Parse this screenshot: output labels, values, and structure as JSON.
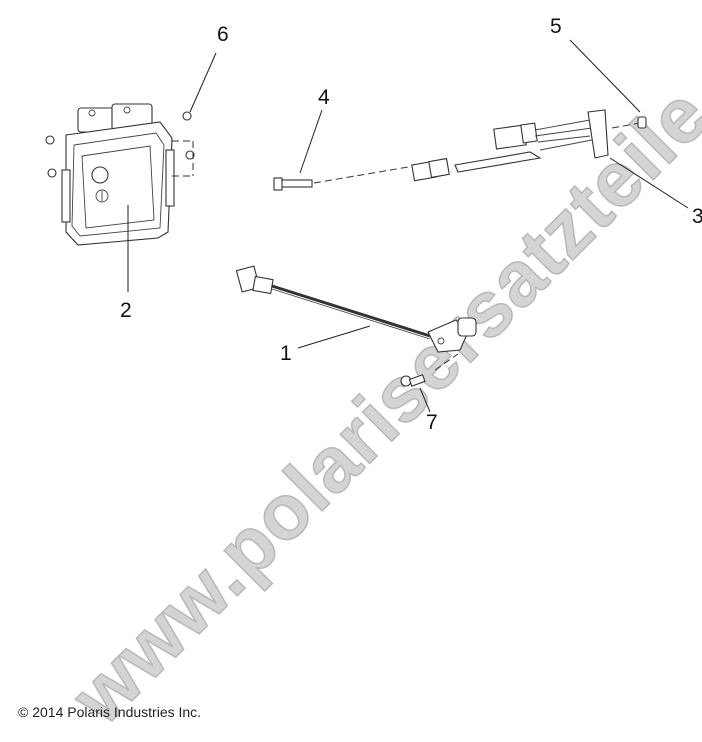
{
  "diagram": {
    "type": "exploded-parts-diagram",
    "callouts": [
      {
        "id": "1",
        "label": "1",
        "part": "sensor-with-harness"
      },
      {
        "id": "2",
        "label": "2",
        "part": "ecu-module"
      },
      {
        "id": "3",
        "label": "3",
        "part": "wiring-harness-bracket"
      },
      {
        "id": "4",
        "label": "4",
        "part": "bolt"
      },
      {
        "id": "5",
        "label": "5",
        "part": "nut"
      },
      {
        "id": "6",
        "label": "6",
        "part": "ecu-screw"
      },
      {
        "id": "7",
        "label": "7",
        "part": "sensor-screw"
      }
    ],
    "copyright": "© 2014 Polaris Industries Inc.",
    "watermark": "www.polarisersatzteile.de"
  },
  "colors": {
    "background": "#ffffff",
    "linework": "#333333",
    "watermark_fill": "#d4d4d4",
    "watermark_stroke": "#b8b8b8"
  }
}
